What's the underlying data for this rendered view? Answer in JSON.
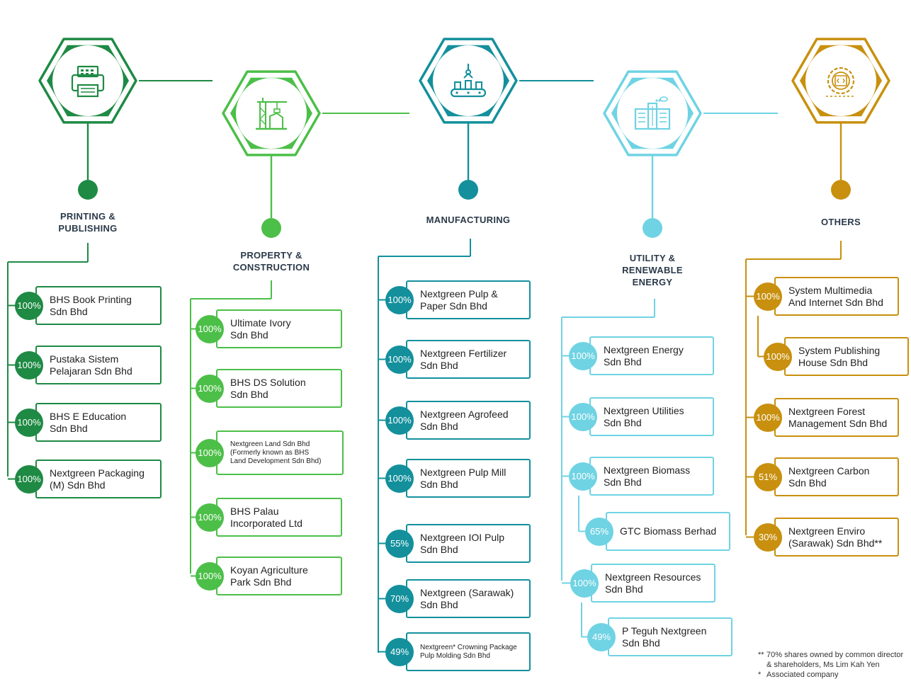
{
  "colors": {
    "printing": "#1e8a44",
    "property": "#4cbf48",
    "manufacturing": "#13909c",
    "utility": "#6fd3e3",
    "others": "#c8900e",
    "title_text": "#2b3a4a"
  },
  "segments": [
    {
      "key": "printing",
      "title": "PRINTING &\nPUBLISHING",
      "icon": "fax-printer-icon",
      "companies": [
        {
          "pct": "100%",
          "name": "BHS Book Printing\nSdn Bhd"
        },
        {
          "pct": "100%",
          "name": "Pustaka Sistem\nPelajaran Sdn Bhd"
        },
        {
          "pct": "100%",
          "name": "BHS E Education\nSdn Bhd"
        },
        {
          "pct": "100%",
          "name": "Nextgreen Packaging\n(M) Sdn Bhd"
        }
      ]
    },
    {
      "key": "property",
      "title": "PROPERTY &\nCONSTRUCTION",
      "icon": "construction-crane-icon",
      "companies": [
        {
          "pct": "100%",
          "name": "Ultimate Ivory\nSdn Bhd"
        },
        {
          "pct": "100%",
          "name": "BHS DS Solution\nSdn Bhd"
        },
        {
          "pct": "100%",
          "name": "Nextgreen Land Sdn Bhd\n(Formerly known as BHS\nLand Development Sdn Bhd)"
        },
        {
          "pct": "100%",
          "name": "BHS Palau\nIncorporated Ltd"
        },
        {
          "pct": "100%",
          "name": "Koyan Agriculture\nPark Sdn Bhd"
        }
      ]
    },
    {
      "key": "manufacturing",
      "title": "MANUFACTURING",
      "icon": "conveyor-robot-arm-icon",
      "companies": [
        {
          "pct": "100%",
          "name": "Nextgreen Pulp &\nPaper Sdn Bhd"
        },
        {
          "pct": "100%",
          "name": "Nextgreen Fertilizer\nSdn Bhd"
        },
        {
          "pct": "100%",
          "name": "Nextgreen Agrofeed\nSdn Bhd"
        },
        {
          "pct": "100%",
          "name": "Nextgreen Pulp Mill\nSdn Bhd"
        },
        {
          "pct": "55%",
          "name": "Nextgreen IOI Pulp\nSdn Bhd"
        },
        {
          "pct": "70%",
          "name": "Nextgreen (Sarawak)\nSdn Bhd"
        },
        {
          "pct": "49%",
          "name": "Nextgreen* Crowning Package\nPulp Molding Sdn Bhd"
        }
      ]
    },
    {
      "key": "utility",
      "title": "UTILITY &\nRENEWABLE\nENERGY",
      "icon": "power-plant-icon",
      "companies": [
        {
          "pct": "100%",
          "name": "Nextgreen Energy\nSdn Bhd"
        },
        {
          "pct": "100%",
          "name": "Nextgreen Utilities\nSdn Bhd"
        },
        {
          "pct": "100%",
          "name": "Nextgreen Biomass\nSdn Bhd"
        },
        {
          "pct": "65%",
          "name": "GTC Biomass Berhad"
        },
        {
          "pct": "100%",
          "name": "Nextgreen Resources\nSdn Bhd"
        },
        {
          "pct": "49%",
          "name": "P Teguh Nextgreen\nSdn Bhd"
        }
      ]
    },
    {
      "key": "others",
      "title": "OTHERS",
      "icon": "gear-code-icon",
      "companies": [
        {
          "pct": "100%",
          "name": "System Multimedia\nAnd Internet Sdn Bhd"
        },
        {
          "pct": "100%",
          "name": "System Publishing\nHouse Sdn Bhd"
        },
        {
          "pct": "100%",
          "name": "Nextgreen Forest\nManagement Sdn Bhd"
        },
        {
          "pct": "51%",
          "name": "Nextgreen Carbon\nSdn Bhd"
        },
        {
          "pct": "30%",
          "name": "Nextgreen Enviro\n(Sarawak) Sdn Bhd**"
        }
      ]
    }
  ],
  "notes": [
    {
      "mark": "**",
      "text": "70% shares owned by common director & shareholders, Ms Lim Kah Yen"
    },
    {
      "mark": "*",
      "text": "Associated company"
    }
  ]
}
